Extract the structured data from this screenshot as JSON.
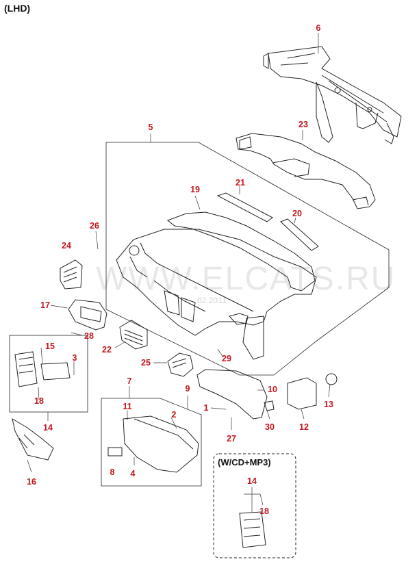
{
  "header": {
    "label": "(LHD)"
  },
  "colors": {
    "callout": "#c4161c",
    "line": "#222222"
  },
  "watermark": {
    "text": "WWW.ELCATS.RU",
    "date": "02.2011"
  },
  "group": {
    "label": "(W/CD+MP3)"
  },
  "parts": [
    {
      "id": "1",
      "number": "1"
    },
    {
      "id": "2",
      "number": "2"
    },
    {
      "id": "3",
      "number": "3"
    },
    {
      "id": "4",
      "number": "4"
    },
    {
      "id": "5",
      "number": "5"
    },
    {
      "id": "6",
      "number": "6"
    },
    {
      "id": "7",
      "number": "7"
    },
    {
      "id": "8",
      "number": "8"
    },
    {
      "id": "9",
      "number": "9"
    },
    {
      "id": "10",
      "number": "10"
    },
    {
      "id": "11",
      "number": "11"
    },
    {
      "id": "12",
      "number": "12"
    },
    {
      "id": "13",
      "number": "13"
    },
    {
      "id": "14",
      "number": "14"
    },
    {
      "id": "14b",
      "number": "14"
    },
    {
      "id": "15",
      "number": "15"
    },
    {
      "id": "16",
      "number": "16"
    },
    {
      "id": "17",
      "number": "17"
    },
    {
      "id": "18",
      "number": "18"
    },
    {
      "id": "18b",
      "number": "18"
    },
    {
      "id": "19",
      "number": "19"
    },
    {
      "id": "20",
      "number": "20"
    },
    {
      "id": "21",
      "number": "21"
    },
    {
      "id": "22",
      "number": "22"
    },
    {
      "id": "23",
      "number": "23"
    },
    {
      "id": "24",
      "number": "24"
    },
    {
      "id": "25",
      "number": "25"
    },
    {
      "id": "26",
      "number": "26"
    },
    {
      "id": "27",
      "number": "27"
    },
    {
      "id": "28",
      "number": "28"
    },
    {
      "id": "29",
      "number": "29"
    },
    {
      "id": "30",
      "number": "30"
    }
  ]
}
